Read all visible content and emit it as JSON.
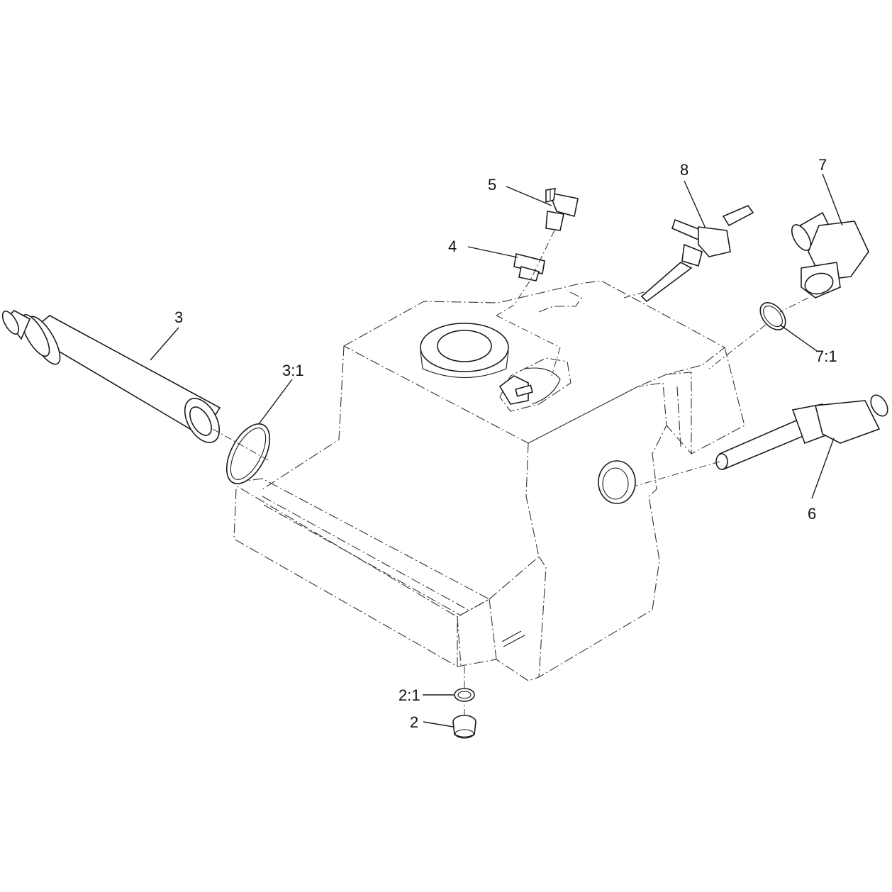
{
  "diagram": {
    "callouts": [
      {
        "id": "c5",
        "text": "5"
      },
      {
        "id": "c4",
        "text": "4"
      },
      {
        "id": "c8",
        "text": "8"
      },
      {
        "id": "c7",
        "text": "7"
      },
      {
        "id": "c3",
        "text": "3"
      },
      {
        "id": "c31",
        "text": "3:1"
      },
      {
        "id": "c71",
        "text": "7:1"
      },
      {
        "id": "c6",
        "text": "6"
      },
      {
        "id": "c21",
        "text": "2:1"
      },
      {
        "id": "c2",
        "text": "2"
      }
    ]
  }
}
